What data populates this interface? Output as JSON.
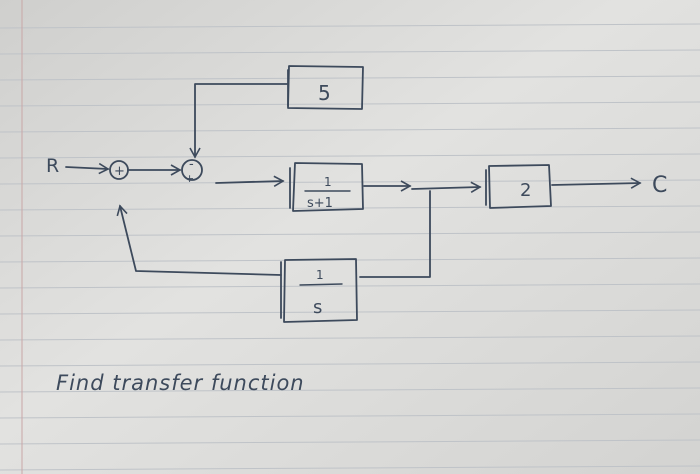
{
  "diagram": {
    "input_label": "R",
    "output_label": "C",
    "summing_junction_1": {
      "top_sign": "+",
      "bottom_sign": ""
    },
    "summing_junction_2": {
      "top_sign": "-",
      "bottom_sign": "+"
    },
    "blocks": {
      "feedforward_gain": "5",
      "plant_numerator": "1",
      "plant_denominator": "s+1",
      "output_gain": "2",
      "feedback_numerator": "1",
      "feedback_denominator": "s"
    }
  },
  "caption": "Find transfer function",
  "colors": {
    "ink": "#3d4a5c",
    "paper": "#dcdcda",
    "rule_line": "#bfc3c8",
    "margin_line": "#c9a7a7"
  }
}
